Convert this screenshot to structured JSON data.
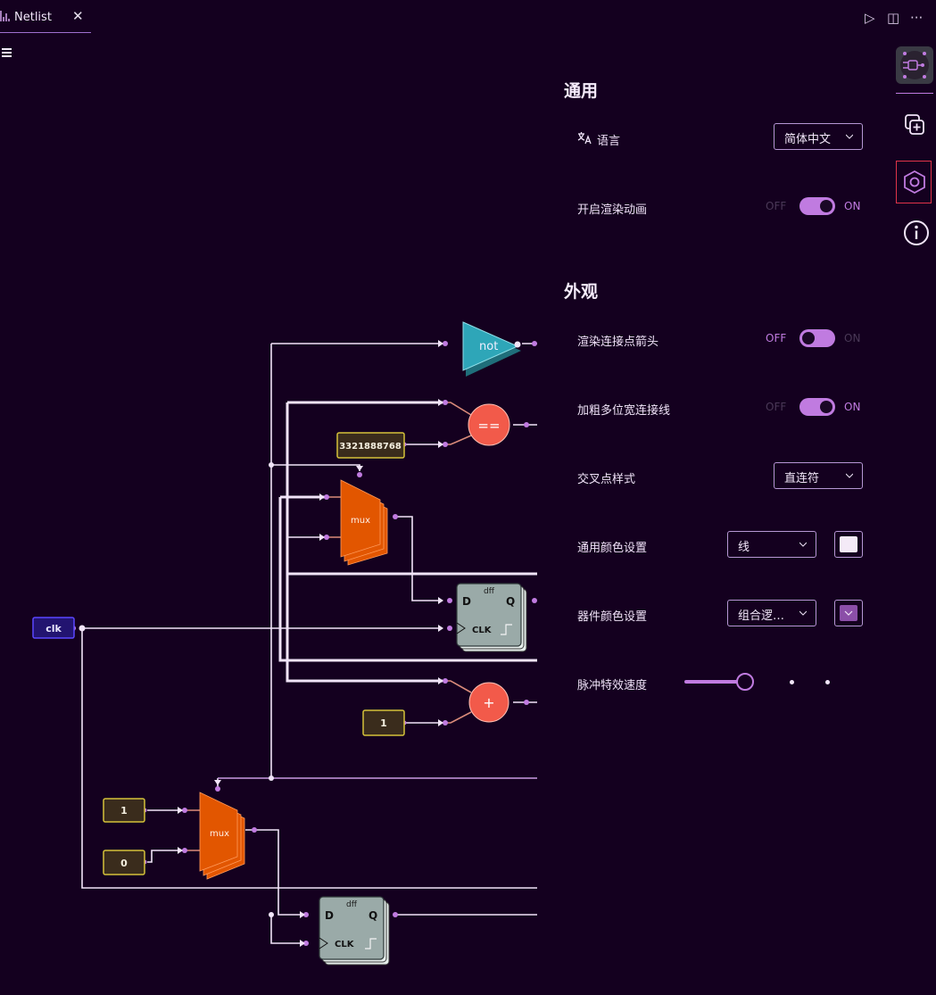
{
  "tab": {
    "label": "Netlist",
    "close": "✕"
  },
  "top_actions": {
    "run": "▷",
    "split": "◫",
    "more": "···"
  },
  "settings": {
    "general": {
      "title": "通用",
      "language_label": "语言",
      "language_value": "简体中文",
      "render_animation_label": "开启渲染动画"
    },
    "appearance": {
      "title": "外观",
      "render_arrow_label": "渲染连接点箭头",
      "bold_wire_label": "加粗多位宽连接线",
      "cross_style_label": "交叉点样式",
      "cross_style_value": "直连符",
      "general_color_label": "通用颜色设置",
      "general_color_value": "线",
      "component_color_label": "器件颜色设置",
      "component_color_value": "组合逻…",
      "pulse_speed_label": "脉冲特效速度",
      "pulse_speed_value": 0.4
    },
    "switch_off": "OFF",
    "switch_on": "ON"
  },
  "netlist": {
    "clk_label": "clk",
    "not_label": "not",
    "eq_label": "==",
    "add_label": "+",
    "mux_label": "mux",
    "dff_label": "dff",
    "d_label": "D",
    "q_label": "Q",
    "clk_pin_label": "CLK",
    "const_3321888768": "3321888768",
    "const_1a": "1",
    "const_1b": "1",
    "const_0": "0"
  },
  "colors": {
    "background": "#14001f",
    "accent": "#c07be0",
    "wire": "#f0e4f7",
    "mux": "#e25600",
    "dff": "#9aaaa8",
    "not": "#2ea6b8",
    "operator": "#f25a4a",
    "constant_fill": "#3a2c1c",
    "constant_border": "#d4c23a",
    "clk_border": "#5b46ff",
    "general_swatch": "#f4eaf7",
    "component_swatch": "#8b4fa8",
    "rail_highlight": "#e0344a"
  }
}
